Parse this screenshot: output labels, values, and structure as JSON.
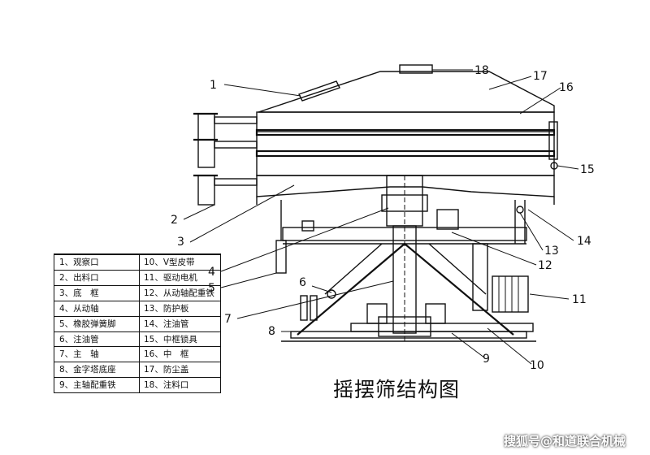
{
  "title": "摇摆筛结构图",
  "watermark": "搜狐号@和道联合机械",
  "callout_numbers": [
    "1",
    "2",
    "3",
    "4",
    "5",
    "6",
    "7",
    "8",
    "9",
    "10",
    "11",
    "12",
    "13",
    "14",
    "15",
    "16",
    "17",
    "18"
  ],
  "legend": {
    "rows": [
      {
        "left": "1、观察口",
        "right": "10、V型皮带"
      },
      {
        "left": "2、出料口",
        "right": "11、驱动电机"
      },
      {
        "left": "3、底　框",
        "right": "12、从动轴配重铁"
      },
      {
        "left": "4、从动轴",
        "right": "13、防护板"
      },
      {
        "left": "5、橡胶弹簧脚",
        "right": "14、注油管"
      },
      {
        "left": "6、注油管",
        "right": "15、中框锁具"
      },
      {
        "left": "7、主　轴",
        "right": "16、中　框"
      },
      {
        "left": "8、金字塔底座",
        "right": "17、防尘盖"
      },
      {
        "left": "9、主轴配重铁",
        "right": "18、注料口"
      }
    ]
  }
}
